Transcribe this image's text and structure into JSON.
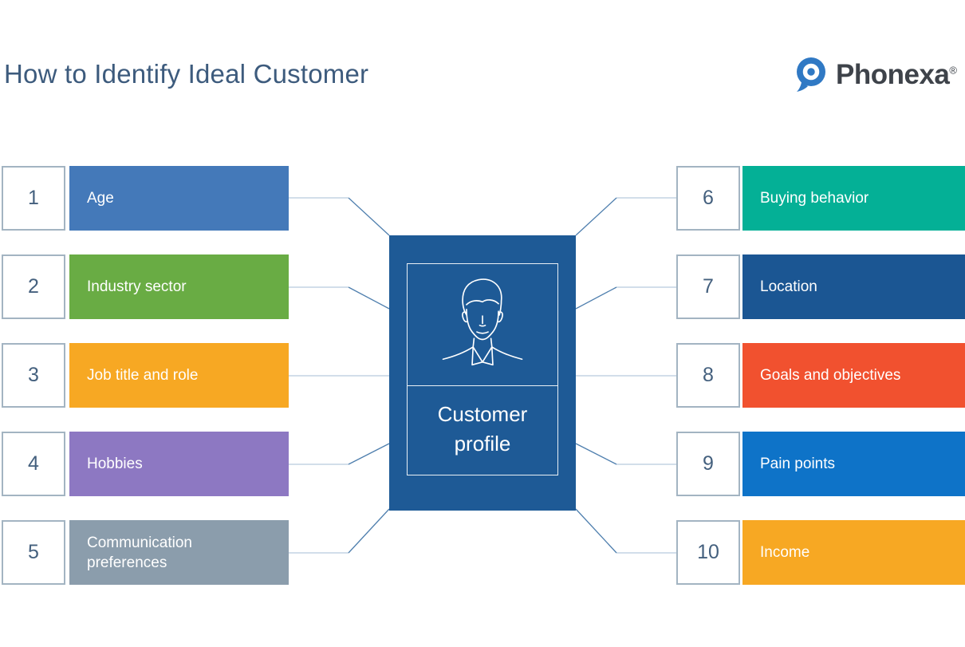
{
  "header": {
    "title": "How to Identify Ideal Customer",
    "brand": {
      "name": "Phonexa",
      "reg_mark": "®"
    }
  },
  "center": {
    "label_line1": "Customer",
    "label_line2": "profile",
    "person_icon": "person-portrait-line-art"
  },
  "left_items": [
    {
      "number": "1",
      "label": "Age",
      "color": "#4479b9"
    },
    {
      "number": "2",
      "label": "Industry sector",
      "color": "#69ac44"
    },
    {
      "number": "3",
      "label": "Job title and role",
      "color": "#f7a823"
    },
    {
      "number": "4",
      "label": "Hobbies",
      "color": "#8d78c2"
    },
    {
      "number": "5",
      "label": "Communication preferences",
      "color": "#8b9dac"
    }
  ],
  "right_items": [
    {
      "number": "6",
      "label": "Buying behavior",
      "color": "#04b096"
    },
    {
      "number": "7",
      "label": "Location",
      "color": "#1b5693"
    },
    {
      "number": "8",
      "label": "Goals and objectives",
      "color": "#f1512f"
    },
    {
      "number": "9",
      "label": "Pain points",
      "color": "#0e73c8"
    },
    {
      "number": "10",
      "label": "Income",
      "color": "#f7a823"
    }
  ],
  "colors": {
    "title_text": "#3d5b7d",
    "number_text": "#44607e",
    "number_box_border": "#a3b4c2",
    "brand_text": "#3e434a",
    "brand_blue": "#3079c4",
    "center_box": "#1e5a96",
    "connector_light": "#c3d4e4",
    "connector_dark": "#4f7fae"
  }
}
